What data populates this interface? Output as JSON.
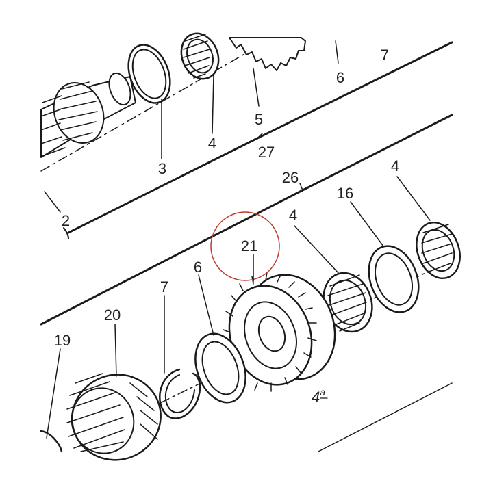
{
  "diagram": {
    "part_labels": {
      "p2": "2",
      "p3": "3",
      "p4a": "4",
      "p5": "5",
      "p6a": "6",
      "p7a": "7",
      "p27": "27",
      "p26": "26",
      "p16": "16",
      "p4b": "4",
      "p4c": "4",
      "p21": "21",
      "p6b": "6",
      "p7b": "7",
      "p20": "20",
      "p19": "19",
      "gear_tag_num": "4",
      "gear_tag_sup": "a"
    },
    "colors": {
      "ink": "#1a1a1a",
      "highlight_circle": "#c0392b",
      "background": "#ffffff"
    }
  }
}
